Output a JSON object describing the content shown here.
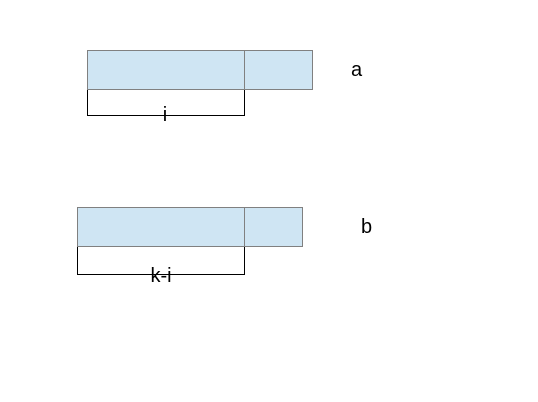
{
  "colors": {
    "segment_fill": "#cfe5f3",
    "segment_border": "#808080",
    "line": "#000000",
    "text": "#000000"
  },
  "array_a": {
    "name": "a",
    "span_label": "i"
  },
  "array_b": {
    "name": "b",
    "span_label": "k-i"
  }
}
